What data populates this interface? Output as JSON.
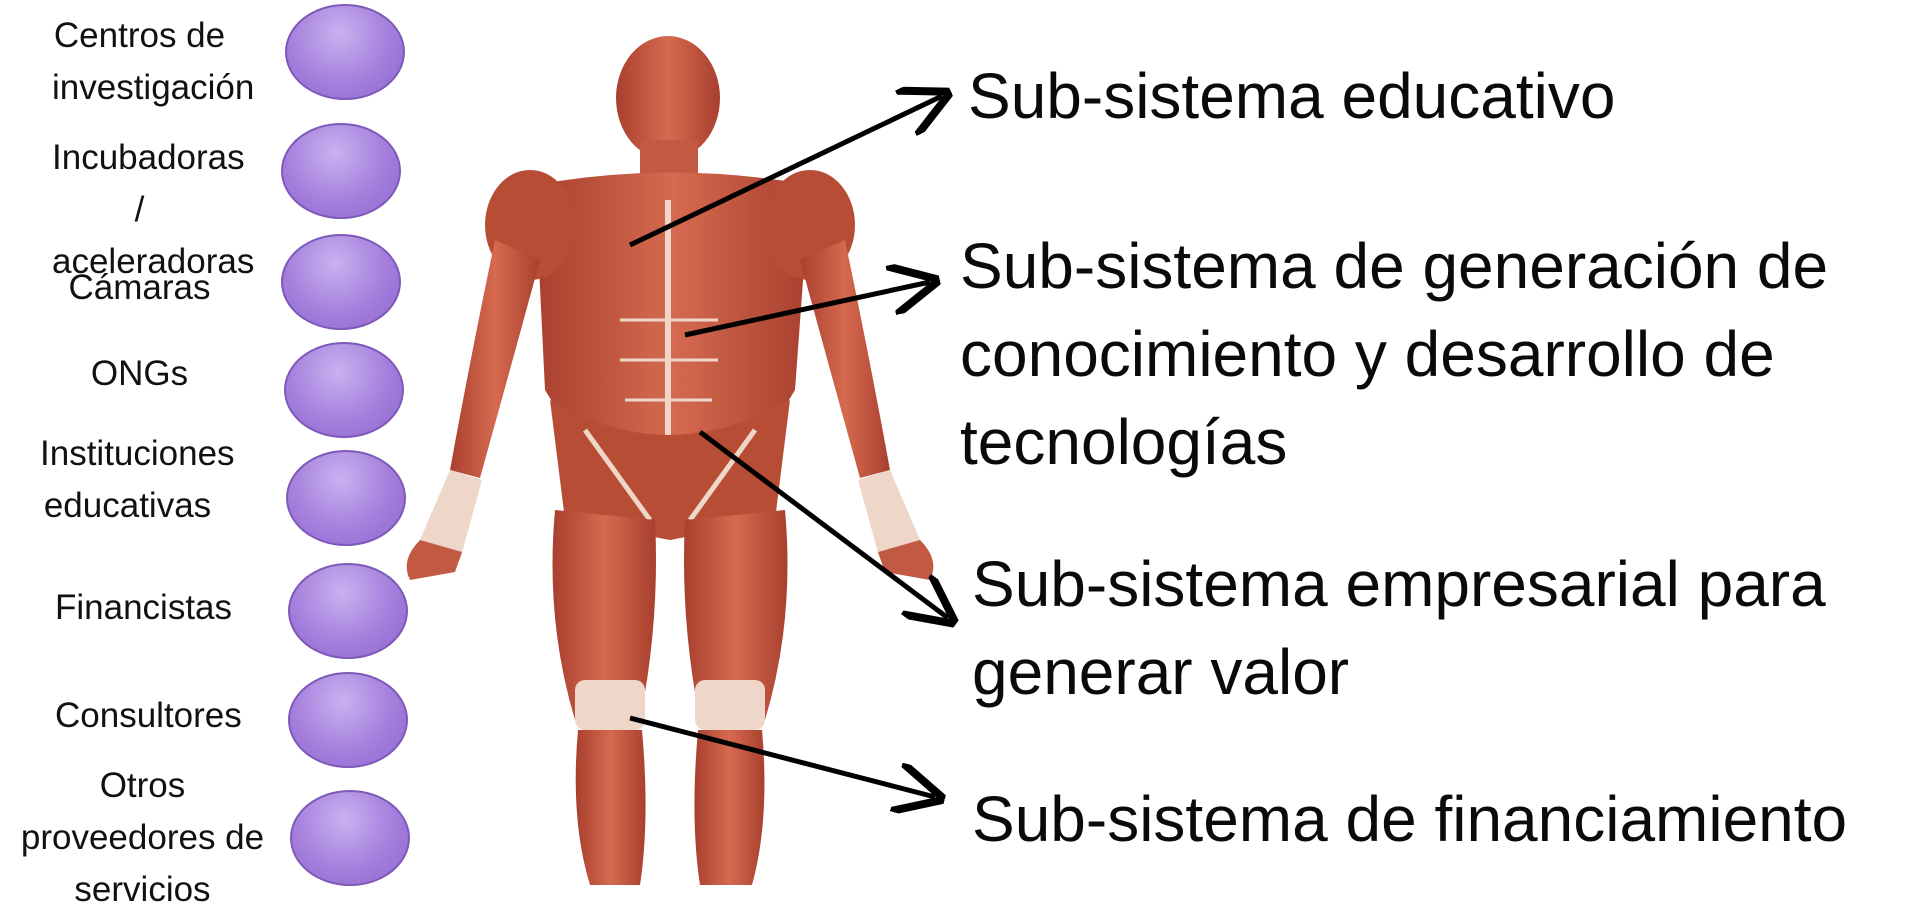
{
  "actors": [
    {
      "label": "Centros de\ninvestigación"
    },
    {
      "label": "Incubadoras /\naceleradoras"
    },
    {
      "label": "Cámaras"
    },
    {
      "label": "ONGs"
    },
    {
      "label": "Instituciones\neducativas"
    },
    {
      "label": "Financistas"
    },
    {
      "label": "Consultores"
    },
    {
      "label": "Otros\nproveedores de\nservicios"
    }
  ],
  "subsystems": [
    {
      "label": "Sub-sistema educativo"
    },
    {
      "label": "Sub-sistema de generación de\nconocimiento y desarrollo de\ntecnologías"
    },
    {
      "label": "Sub-sistema empresarial para\ngenerar valor"
    },
    {
      "label": "Sub-sistema de financiamiento"
    }
  ],
  "icons": {
    "figure": "human-muscle-anatomy-icon",
    "arrow": "arrow-right-icon"
  },
  "colors": {
    "circle": "#a47fdd",
    "muscle": "#c9513c",
    "tendon": "#eed6c8",
    "arrow": "#000000"
  }
}
